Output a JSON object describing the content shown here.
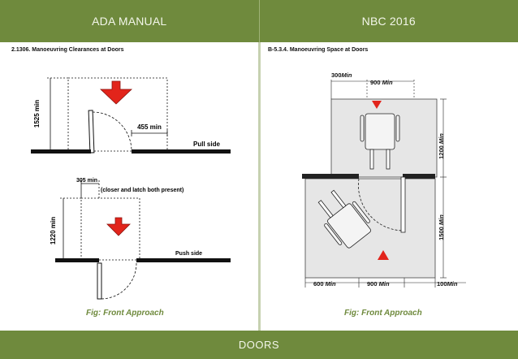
{
  "header": {
    "left_title": "ADA MANUAL",
    "right_title": "NBC 2016"
  },
  "left": {
    "section_title": "2.1306. Manoeuvring Clearances at Doors",
    "labels": {
      "pull_height": "1525 min",
      "pull_width": "455 min",
      "pull_side": "Pull side",
      "push_width": "305 min",
      "closer_note": "(closer and latch both present)",
      "push_height": "1220 min",
      "push_side": "Push side"
    },
    "caption": "Fig: Front Approach"
  },
  "right": {
    "section_title": "B-5.3.4. Manoeuvring Space at Doors",
    "labels": {
      "top_300": "300",
      "top_900": "900",
      "side_1200": "1200",
      "side_1500": "1500",
      "bottom_600": "600",
      "bottom_900": "900",
      "bottom_100": "100",
      "min_word": "Min"
    },
    "caption": "Fig: Front Approach"
  },
  "footer": {
    "title": "DOORS"
  },
  "colors": {
    "bar": "#6f8a3d",
    "caption": "#6f8a3d",
    "arrow": "#e2241b"
  }
}
